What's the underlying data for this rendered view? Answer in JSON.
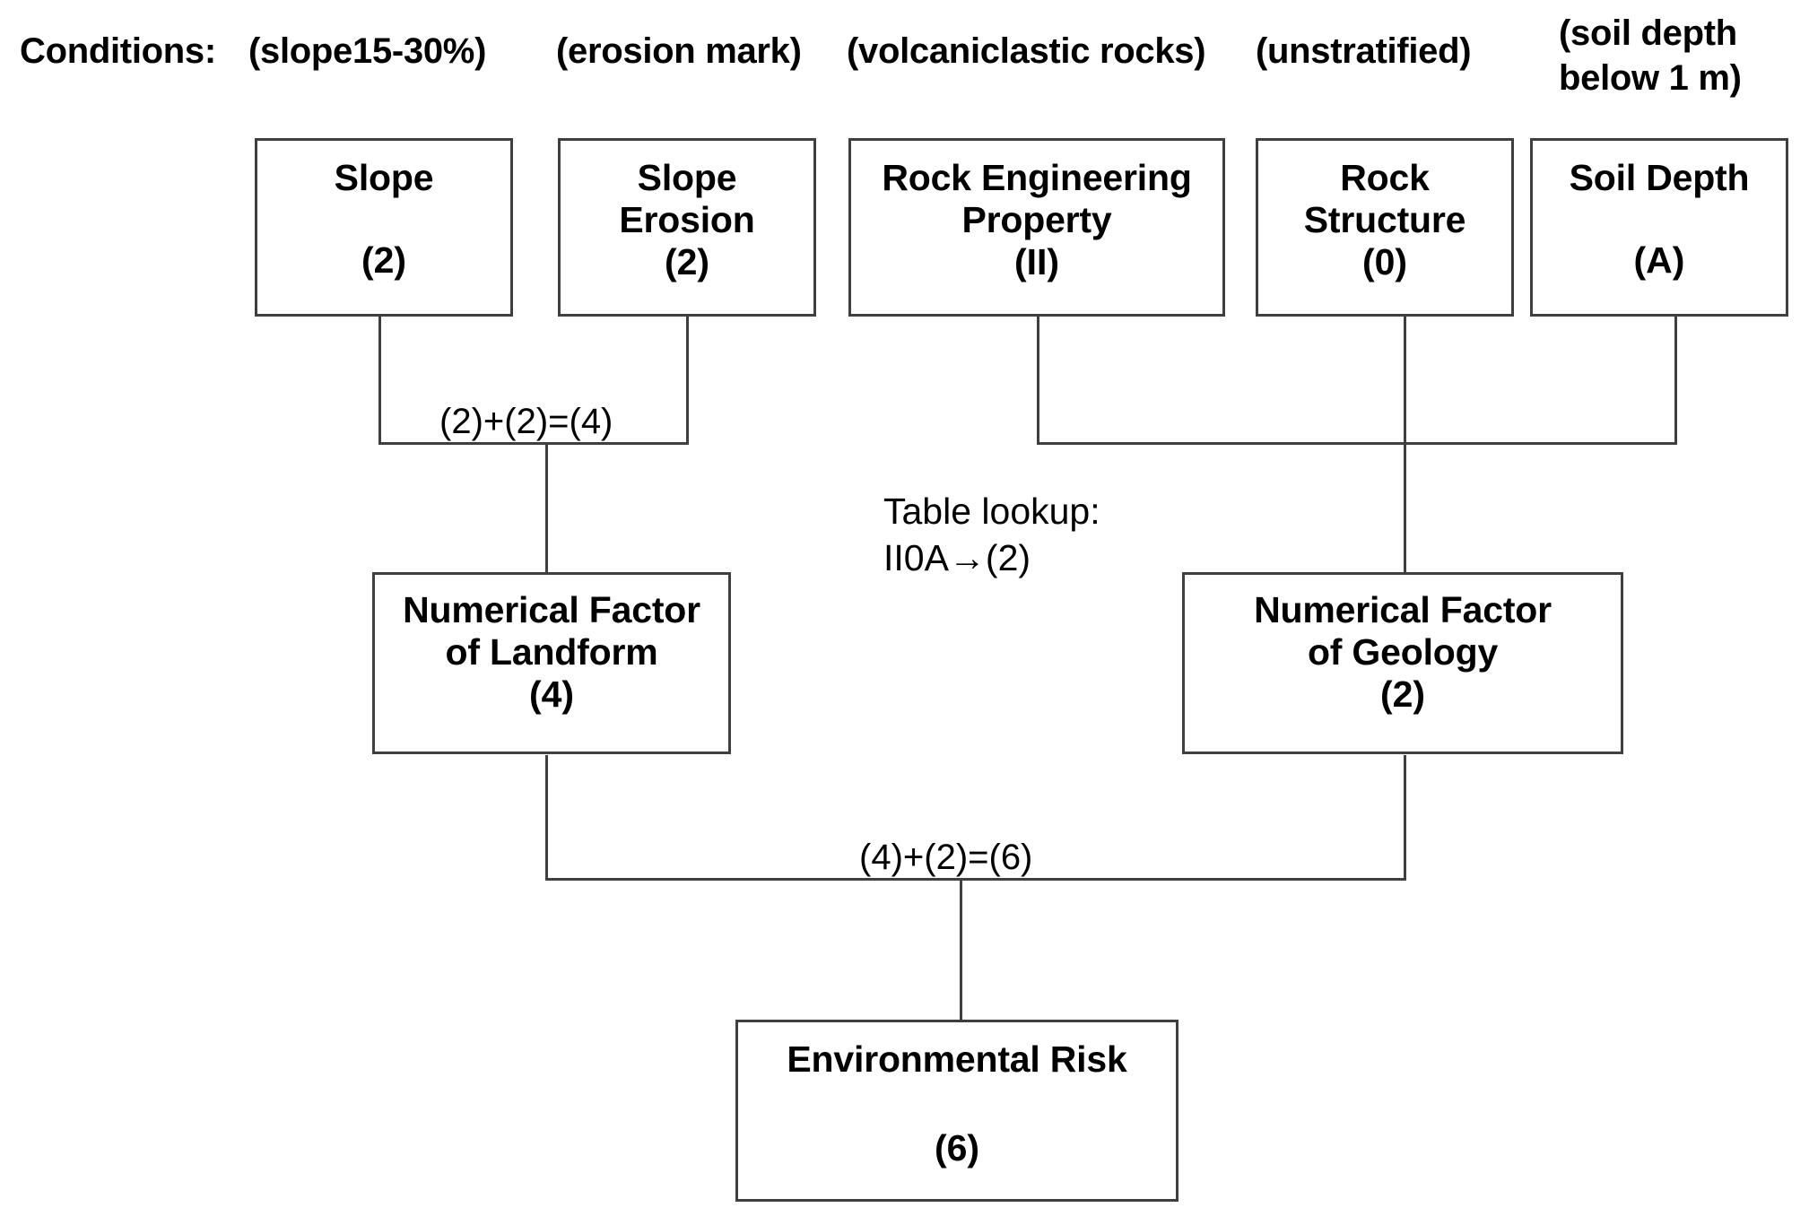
{
  "diagram": {
    "conditions_row": {
      "label": "Conditions:",
      "items": [
        "(slope15-30%)",
        "(erosion mark)",
        "(volcaniclastic rocks)",
        "(unstratified)",
        "(soil depth\nbelow 1 m)"
      ]
    },
    "nodes": {
      "slope": {
        "title": "Slope",
        "value": "(2)"
      },
      "slope_erosion": {
        "title": "Slope\nErosion",
        "value": "(2)"
      },
      "rock_property": {
        "title": "Rock Engineering\nProperty",
        "value": "(II)"
      },
      "rock_structure": {
        "title": "Rock\nStructure",
        "value": "(0)"
      },
      "soil_depth": {
        "title": "Soil Depth",
        "value": "(A)"
      },
      "landform": {
        "title": "Numerical Factor\nof Landform",
        "value": "(4)"
      },
      "geology": {
        "title": "Numerical Factor\nof Geology",
        "value": "(2)"
      },
      "risk": {
        "title": "Environmental Risk",
        "value": "(6)"
      }
    },
    "annotations": {
      "landform_sum": "(2)+(2)=(4)",
      "risk_sum": "(4)+(2)=(6)",
      "table_lookup": "Table lookup:\nII0A→(2)"
    },
    "colors": {
      "line": "#3f3f3f",
      "text": "#000000",
      "background": "#ffffff"
    }
  }
}
